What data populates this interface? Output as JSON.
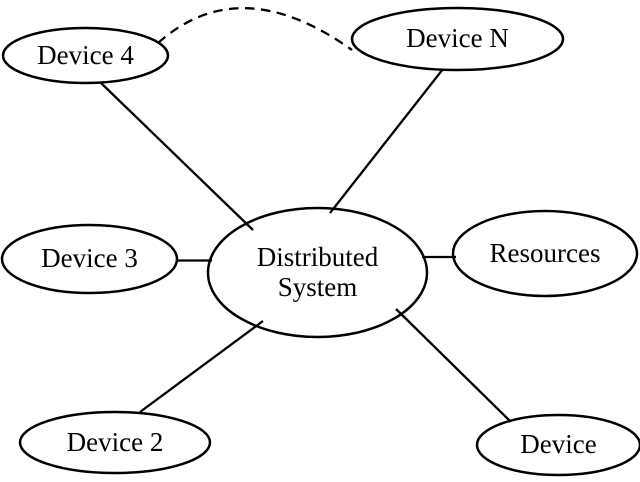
{
  "diagram": {
    "type": "network-topology-diagram",
    "colors": {
      "background": "#ffffff",
      "ink": "#000000"
    },
    "nodes": [
      {
        "id": "device-4",
        "label": "Device 4"
      },
      {
        "id": "device-n",
        "label": "Device N"
      },
      {
        "id": "device-3",
        "label": "Device 3"
      },
      {
        "id": "distributed-system",
        "label": "Distributed\nSystem"
      },
      {
        "id": "resources",
        "label": "Resources"
      },
      {
        "id": "device-2",
        "label": "Device 2"
      },
      {
        "id": "device",
        "label": "Device"
      }
    ],
    "edges": [
      {
        "from": "device-4",
        "to": "distributed-system",
        "style": "solid"
      },
      {
        "from": "device-n",
        "to": "distributed-system",
        "style": "solid"
      },
      {
        "from": "device-3",
        "to": "distributed-system",
        "style": "solid"
      },
      {
        "from": "resources",
        "to": "distributed-system",
        "style": "solid"
      },
      {
        "from": "device-2",
        "to": "distributed-system",
        "style": "solid"
      },
      {
        "from": "device",
        "to": "distributed-system",
        "style": "solid"
      },
      {
        "from": "device-4",
        "to": "device-n",
        "style": "dashed"
      }
    ]
  }
}
